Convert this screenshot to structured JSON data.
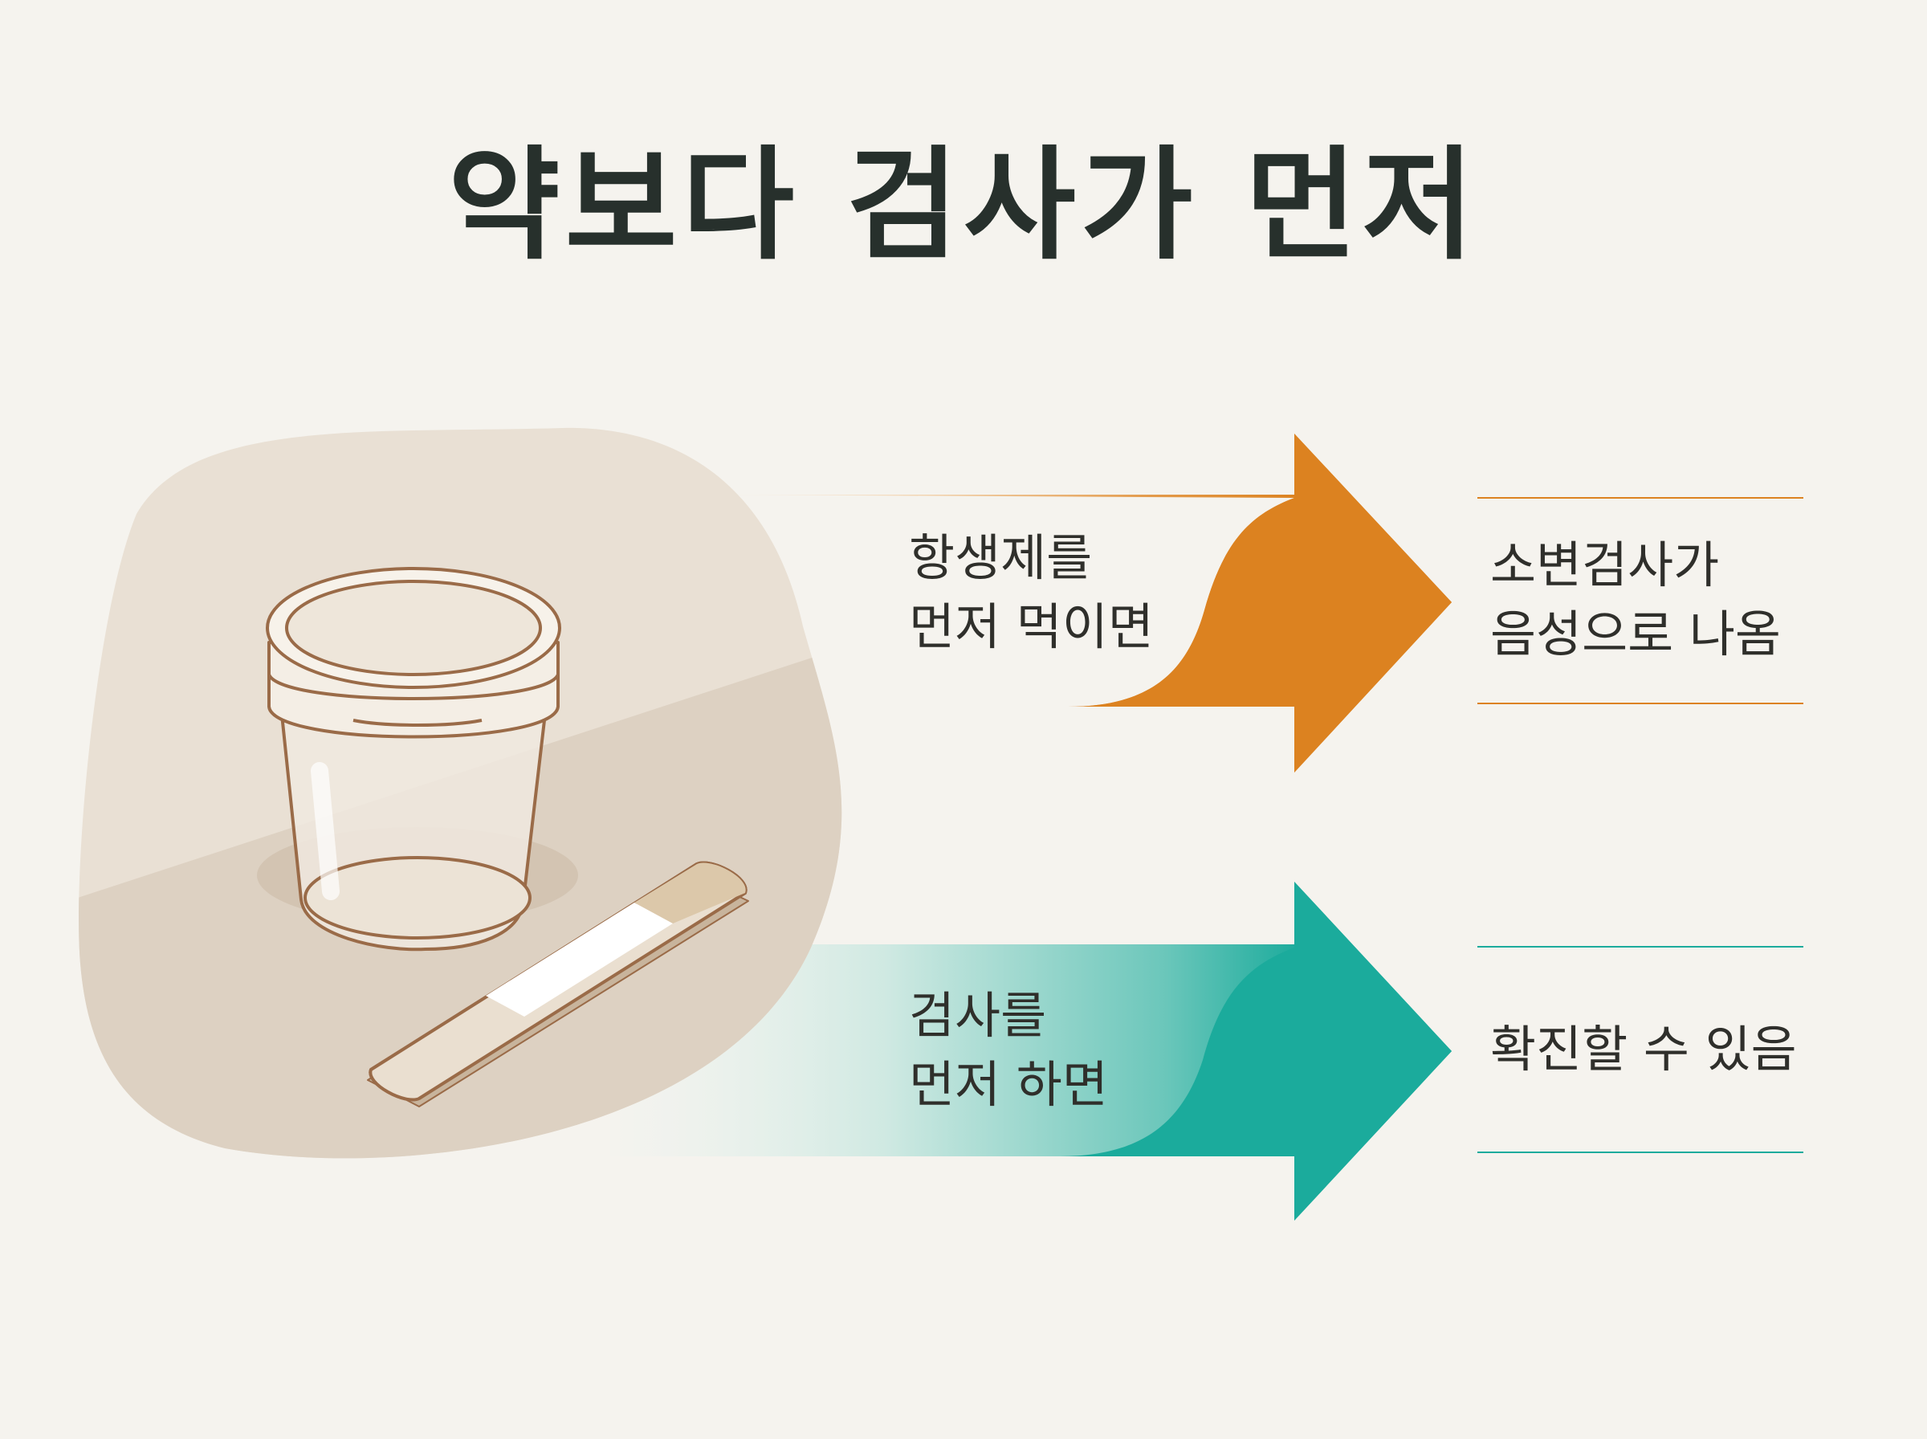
{
  "title": "약보다 검사가 먼저",
  "rows": [
    {
      "cause_lines": [
        "항생제를",
        "먼저 먹이면"
      ],
      "result_lines": [
        "소변검사가",
        "음성으로 나옴"
      ],
      "accent": "#dc8220"
    },
    {
      "cause_lines": [
        "검사를",
        "먼저 하면"
      ],
      "result_lines": [
        "확진할 수 있음"
      ],
      "accent": "#1bab9c"
    }
  ],
  "illustration": {
    "icons": [
      "urine-sample-cup-icon",
      "urine-test-strip-icon"
    ],
    "background_color": "#e4d8ca",
    "outline_color": "#9a6b48"
  }
}
